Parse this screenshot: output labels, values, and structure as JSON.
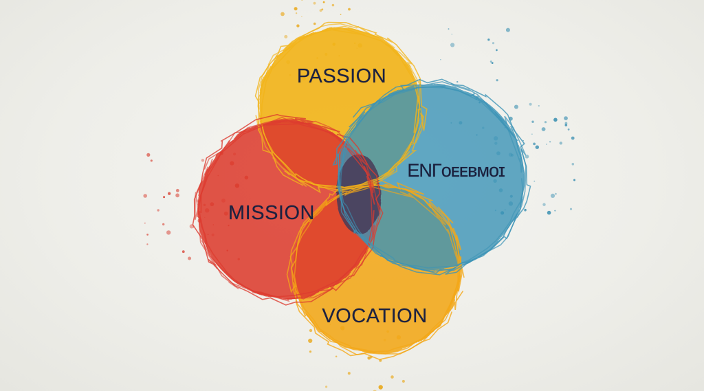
{
  "diagram": {
    "type": "venn",
    "circles": [
      {
        "id": "passion",
        "label": "PASSION",
        "color": "#f2b41b"
      },
      {
        "id": "blue",
        "label": "ENΓᴏᴇᴇʙᴍᴏɪ",
        "color": "#3c93b6"
      },
      {
        "id": "mission",
        "label": "MISSION",
        "color": "#dd3b2f"
      },
      {
        "id": "vocation",
        "label": "VOCATION",
        "color": "#f3a717"
      }
    ],
    "overlap_center_color": "#4a3a58",
    "splatter_colors": [
      "#d73a2c",
      "#e9a81a",
      "#3a8fb1"
    ]
  }
}
